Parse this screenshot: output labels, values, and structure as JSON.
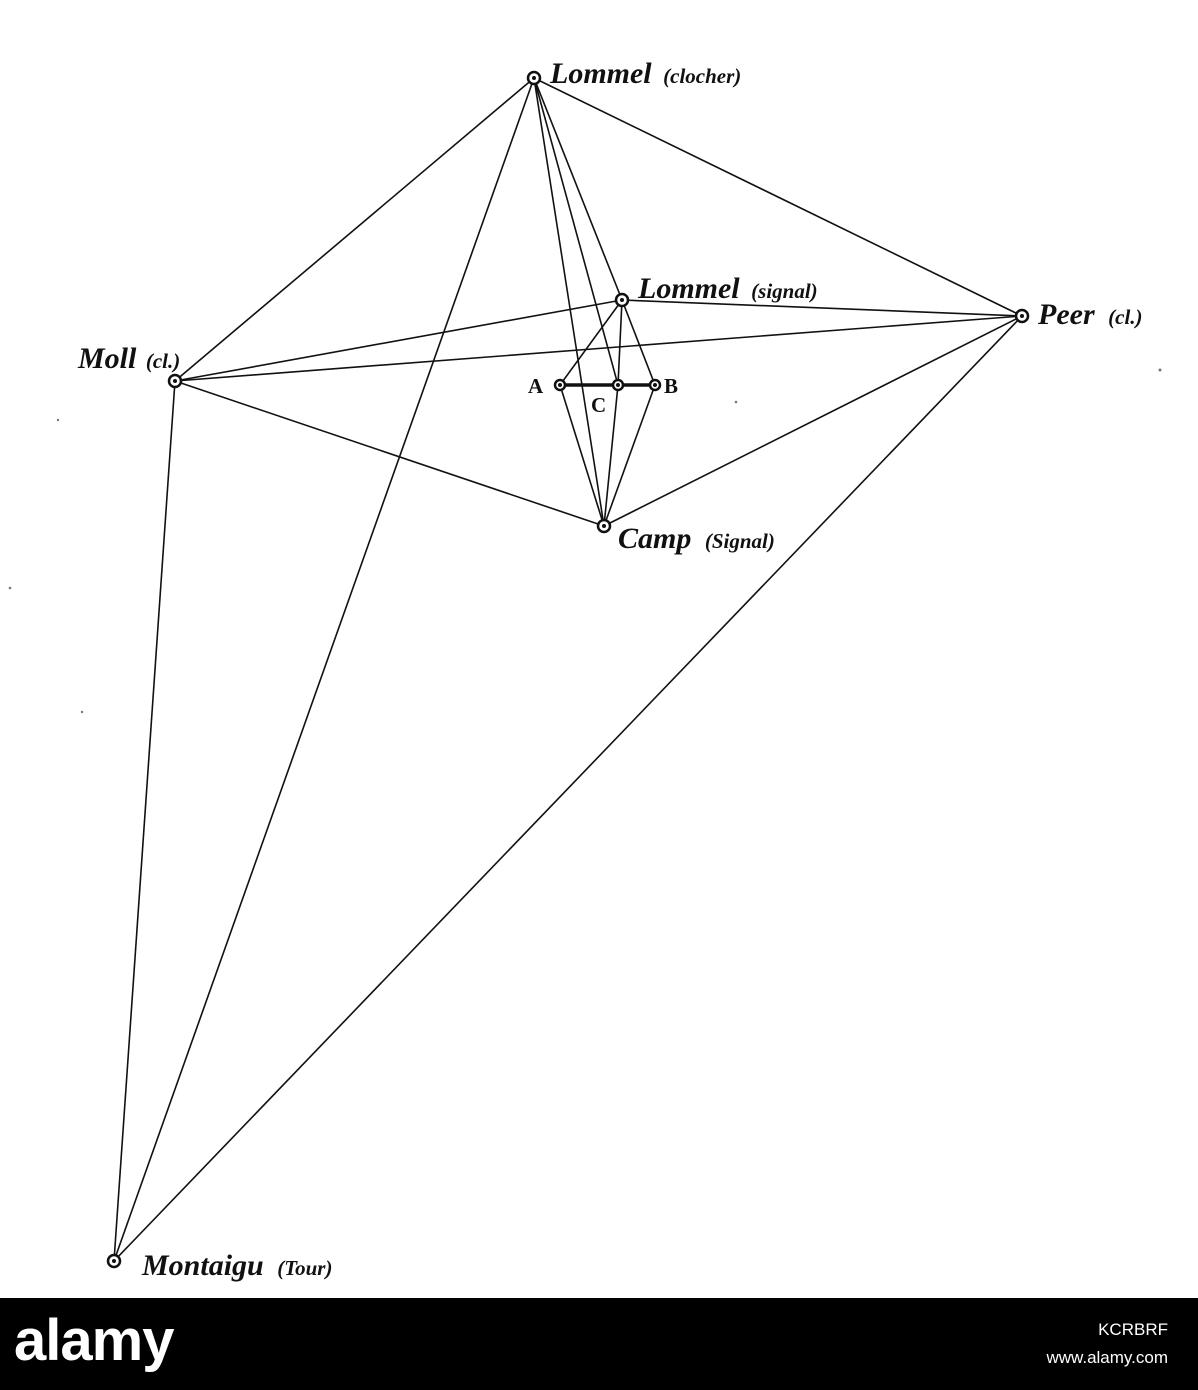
{
  "diagram": {
    "stations": [
      {
        "id": "lommel_clocher",
        "label_main": "Lommel",
        "label_paren": "(clocher)"
      },
      {
        "id": "lommel_signal",
        "label_main": "Lommel",
        "label_paren": "(signal)"
      },
      {
        "id": "peer",
        "label_main": "Peer",
        "label_paren": "(cl.)"
      },
      {
        "id": "moll",
        "label_main": "Moll",
        "label_paren": "(cl.)"
      },
      {
        "id": "camp",
        "label_main": "Camp",
        "label_paren": "(Signal)"
      },
      {
        "id": "montaigu",
        "label_main": "Montaigu",
        "label_paren": "(Tour)"
      },
      {
        "id": "A",
        "label_main": "A",
        "label_paren": ""
      },
      {
        "id": "B",
        "label_main": "B",
        "label_paren": ""
      },
      {
        "id": "C",
        "label_main": "C",
        "label_paren": ""
      }
    ],
    "connections": [
      [
        "lommel_clocher",
        "moll"
      ],
      [
        "lommel_clocher",
        "peer"
      ],
      [
        "lommel_clocher",
        "montaigu"
      ],
      [
        "lommel_clocher",
        "camp"
      ],
      [
        "lommel_clocher",
        "C"
      ],
      [
        "lommel_clocher",
        "lommel_signal"
      ],
      [
        "moll",
        "peer"
      ],
      [
        "moll",
        "lommel_signal"
      ],
      [
        "moll",
        "camp"
      ],
      [
        "moll",
        "montaigu"
      ],
      [
        "peer",
        "lommel_signal"
      ],
      [
        "peer",
        "camp"
      ],
      [
        "peer",
        "montaigu"
      ],
      [
        "lommel_signal",
        "A"
      ],
      [
        "lommel_signal",
        "B"
      ],
      [
        "lommel_signal",
        "C"
      ],
      [
        "camp",
        "A"
      ],
      [
        "camp",
        "B"
      ],
      [
        "camp",
        "C"
      ]
    ],
    "baseline": [
      "A",
      "B"
    ]
  },
  "footer": {
    "logo": "alamy",
    "image_code": "KCRBRF",
    "url": "www.alamy.com"
  }
}
